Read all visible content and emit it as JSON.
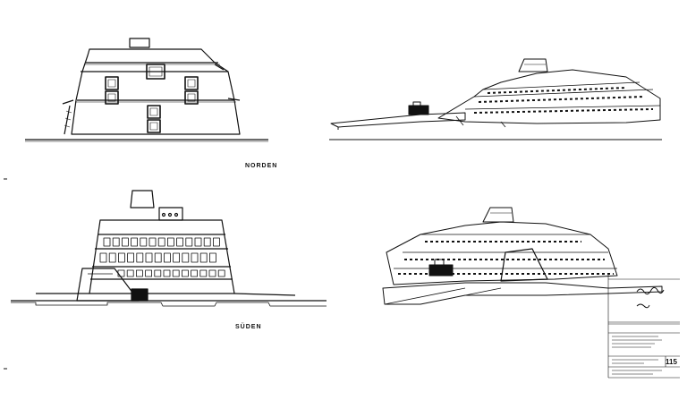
{
  "labels": {
    "north": "NORDEN",
    "south": "SÜDEN"
  },
  "title_block": {
    "sheet_number": "115"
  },
  "colors": {
    "ink": "#111111",
    "paper": "#ffffff"
  }
}
